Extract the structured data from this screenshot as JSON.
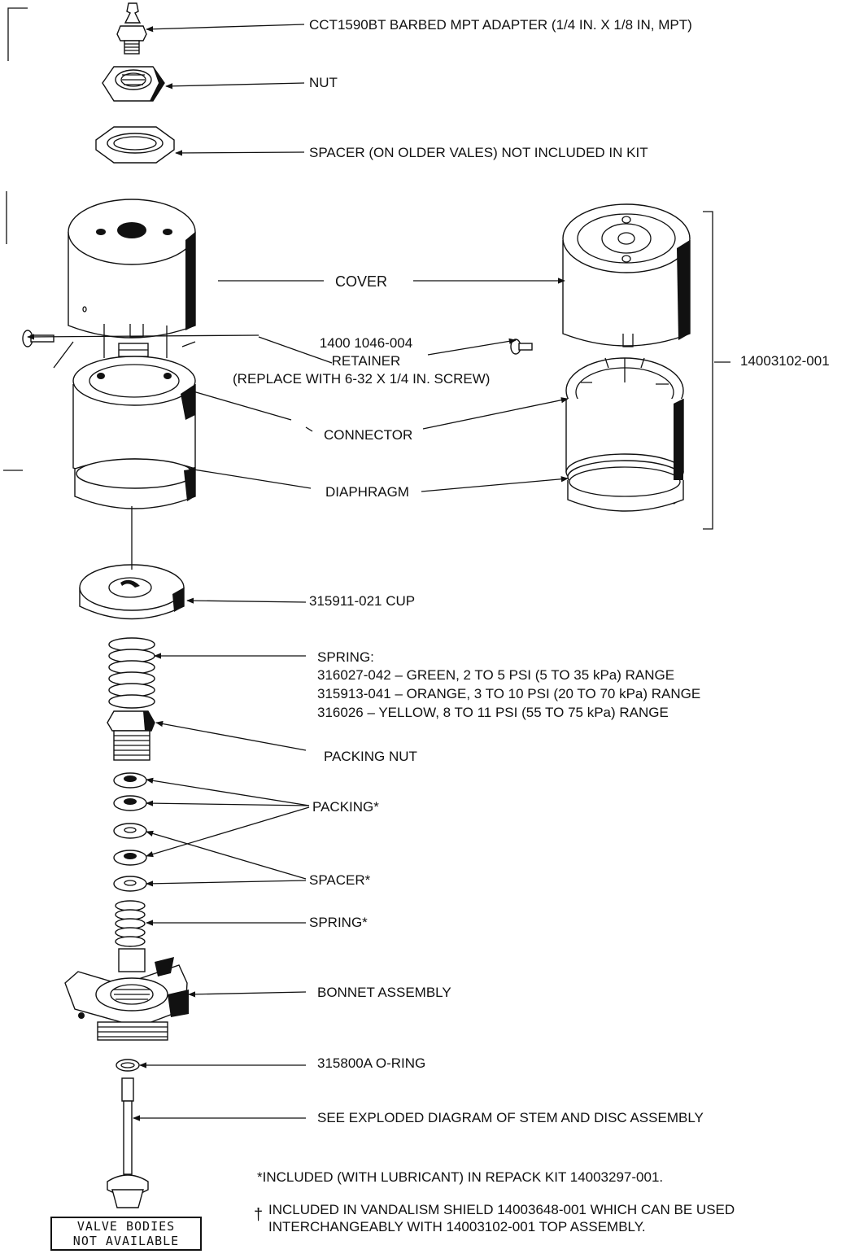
{
  "labels": {
    "adapter": "CCT1590BT BARBED MPT ADAPTER (1/4 IN. X 1/8 IN, MPT)",
    "nut": "NUT",
    "spacer_top": "SPACER (ON OLDER VALES) NOT INCLUDED IN KIT",
    "cover": "COVER",
    "retainer_line1": "1400 1046-004",
    "retainer_line2": "RETAINER",
    "retainer_line3": "(REPLACE WITH 6-32 X 1/4 IN. SCREW)",
    "connector": "CONNECTOR",
    "diaphragm": "DIAPHRAGM",
    "top_assembly": "14003102-001",
    "cup": "315911-021 CUP",
    "spring_title": "SPRING:",
    "spring_green": "316027-042 – GREEN, 2 TO 5 PSI (5 TO 35 kPa) RANGE",
    "spring_orange": "315913-041 – ORANGE, 3 TO 10 PSI (20 TO 70 kPa) RANGE",
    "spring_yellow": "316026 – YELLOW, 8 TO 11 PSI (55 TO 75 kPa) RANGE",
    "packing_nut": "PACKING NUT",
    "packing": "PACKING*",
    "spacer": "SPACER*",
    "spring_small": "SPRING*",
    "bonnet": "BONNET ASSEMBLY",
    "oring": "315800A O-RING",
    "stem": "SEE EXPLODED DIAGRAM OF STEM AND DISC ASSEMBLY"
  },
  "notes": {
    "repack": "*INCLUDED (WITH LUBRICANT) IN REPACK KIT 14003297-001.",
    "dagger": "†",
    "vandalism_line1": "INCLUDED IN VANDALISM SHIELD 14003648-001 WHICH CAN BE USED",
    "vandalism_line2": "INTERCHANGEABLY WITH 14003102-001 TOP ASSEMBLY."
  },
  "box": {
    "line1": "VALVE BODIES",
    "line2": "NOT AVAILABLE"
  }
}
